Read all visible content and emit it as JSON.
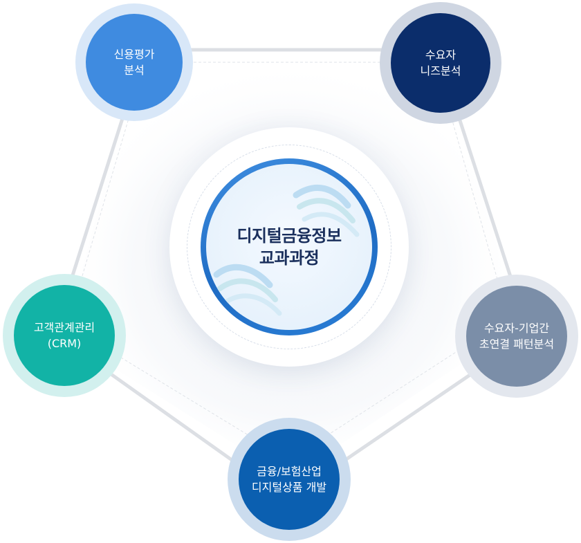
{
  "center": {
    "line1": "디지털금융정보",
    "line2": "교과과정"
  },
  "nodes": [
    {
      "id": "credit",
      "line1": "신용평가",
      "line2": "분석",
      "color": "#3f8be0",
      "halo": "#d8e7f8"
    },
    {
      "id": "needs",
      "line1": "수요자",
      "line2": "니즈분석",
      "color": "#0b2d6b",
      "halo": "#cfd6e2"
    },
    {
      "id": "pattern",
      "line1": "수요자-기업간",
      "line2": "초연결 패턴분석",
      "color": "#7b8ea8",
      "halo": "#e3e7ee"
    },
    {
      "id": "product",
      "line1": "금융/보험산업",
      "line2": "디지털상품 개발",
      "color": "#0b5fb0",
      "halo": "#cbdcee"
    },
    {
      "id": "crm",
      "line1": "고객관계관리",
      "line2": "(CRM)",
      "color": "#12b3a6",
      "halo": "#d2f0ee"
    }
  ]
}
